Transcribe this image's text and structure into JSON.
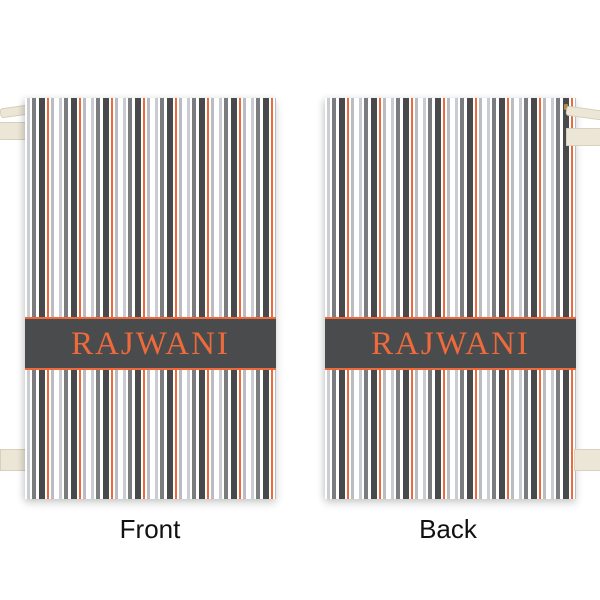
{
  "product": {
    "personalization_text": "RAJWANI",
    "colors": {
      "background": "#ffffff",
      "band": "#4a4b4d",
      "accent_orange": "#ee6a3a",
      "stripe_dark": "#47494b",
      "stripe_mid": "#7a7c80",
      "stripe_light": "#c9ccd0",
      "drawstring": "#ece6d6"
    }
  },
  "views": [
    {
      "label": "Front",
      "band_text": "RAJWANI"
    },
    {
      "label": "Back",
      "band_text": "RAJWANI"
    }
  ]
}
